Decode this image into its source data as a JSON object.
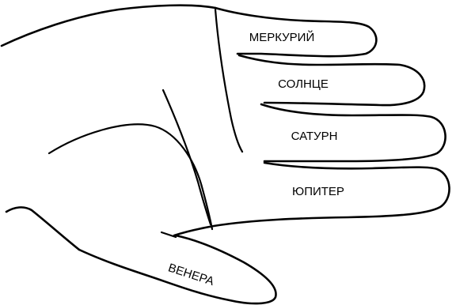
{
  "diagram": {
    "fingers": [
      {
        "id": "little",
        "label": "МЕРКУРИЙ"
      },
      {
        "id": "ring",
        "label": "СОЛНЦЕ"
      },
      {
        "id": "middle",
        "label": "САТУРН"
      },
      {
        "id": "index",
        "label": "ЮПИТЕР"
      },
      {
        "id": "thumb",
        "label": "ВЕНЕРА"
      }
    ],
    "colors": {
      "ink": "#000000",
      "background": "#ffffff"
    }
  }
}
